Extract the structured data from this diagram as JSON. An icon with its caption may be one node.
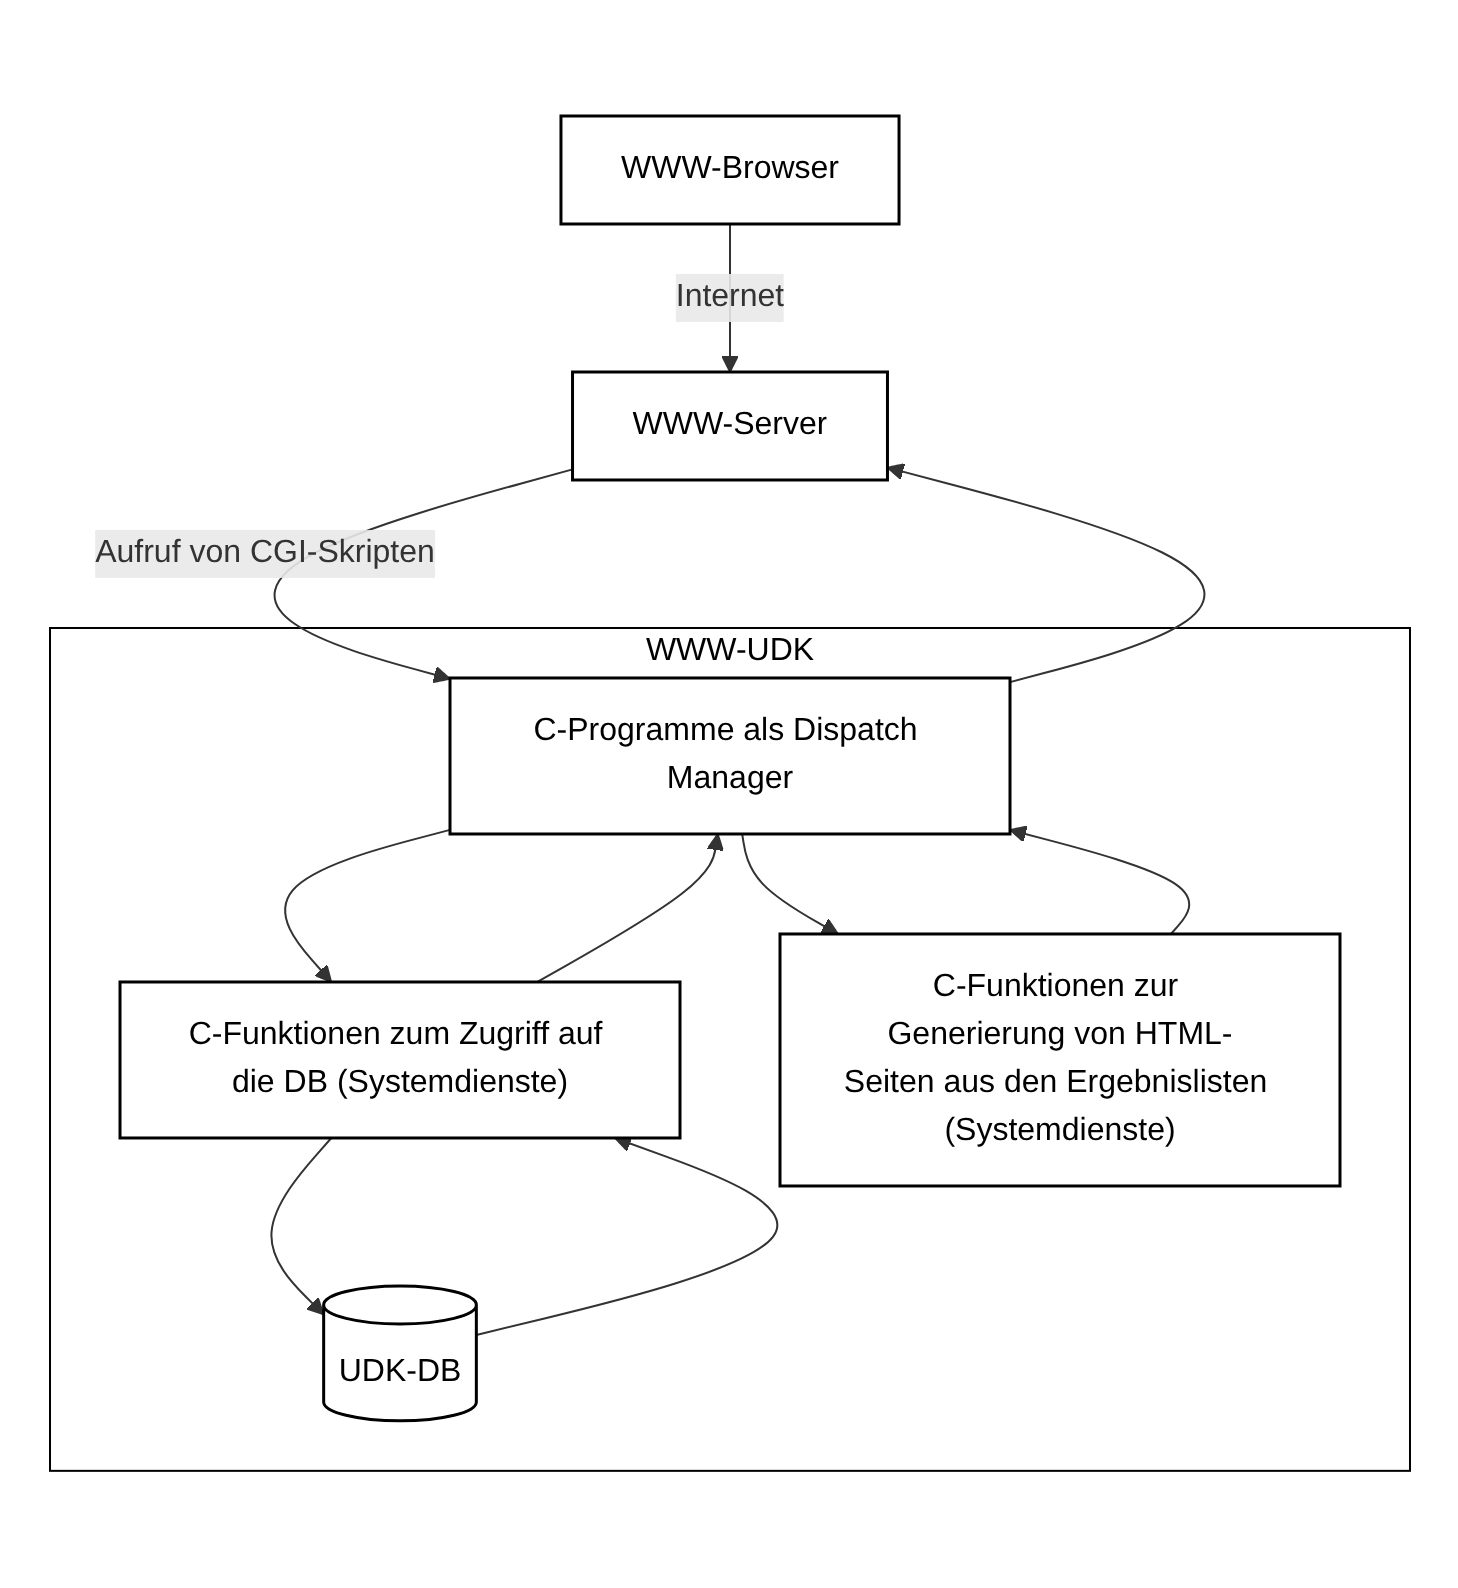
{
  "diagram": {
    "nodes": [
      {
        "text": [
          "WWW-Browser"
        ]
      },
      {
        "text": [
          "WWW-Server"
        ]
      },
      {
        "text": [
          "WWW-UDK"
        ]
      },
      {
        "text": [
          "C-Programme als Dispatch Manager"
        ],
        "in": 2
      },
      {
        "text": [
          "C-Funktionen zum Zugriff auf die DB (Systemdienste)"
        ],
        "in": 2
      },
      {
        "text": [
          "C-Funktionen zur Generierung von HTML-Seiten aus den Ergebnislisten (Systemdienste)"
        ],
        "in": 2
      },
      {
        "text": [
          "UDK-DB"
        ],
        "in": 2
      }
    ],
    "edges": [
      {
        "from": 0,
        "to": 1,
        "arrow": "to",
        "label": "Internet"
      },
      {
        "from": 1,
        "to": 3,
        "arrow": "to",
        "label": "Aufruf von CGI-Skripten"
      },
      {
        "from": 3,
        "to": 1,
        "arrow": "to"
      },
      {
        "from": 3,
        "to": 4,
        "arrow": "to"
      },
      {
        "from": 4,
        "to": 3,
        "arrow": "to"
      },
      {
        "from": 3,
        "to": 5,
        "arrow": "to"
      },
      {
        "from": 5,
        "to": 3,
        "arrow": "to"
      },
      {
        "from": 4,
        "to": 6,
        "arrow": "to"
      },
      {
        "from": 6,
        "to": 4,
        "arrow": "to"
      }
    ]
  }
}
